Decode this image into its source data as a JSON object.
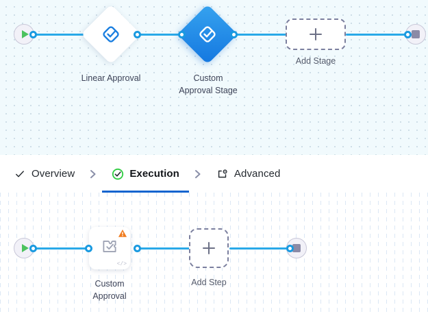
{
  "stage_canvas": {
    "name": "stage-flow-canvas",
    "background_color": "#f1fafd",
    "start_node": {
      "icon": "play-icon",
      "label": ""
    },
    "end_node": {
      "icon": "stop-icon",
      "label": ""
    },
    "nodes": [
      {
        "id": "linear-approval",
        "label": "Linear Approval",
        "icon": "approval-diamond-icon",
        "selected": false,
        "color": "#ffffff"
      },
      {
        "id": "custom-approval-stage",
        "label": "Custom\nApproval Stage",
        "icon": "approval-diamond-icon",
        "selected": true,
        "color": "#1477e0"
      }
    ],
    "add_node": {
      "label": "Add Stage",
      "icon": "plus-icon"
    },
    "edge_color": "#29a9e8"
  },
  "tabs": {
    "items": [
      {
        "id": "overview",
        "label": "Overview",
        "icon": "check-icon",
        "active": false
      },
      {
        "id": "execution",
        "label": "Execution",
        "icon": "check-circle-icon",
        "active": true
      },
      {
        "id": "advanced",
        "label": "Advanced",
        "icon": "card-gear-icon",
        "active": false
      }
    ],
    "separator_icon": "chevron-right-icon",
    "active_underline_color": "#1264cf",
    "check_circle_color": "#2ecc40"
  },
  "step_canvas": {
    "name": "step-flow-canvas",
    "background_color": "#ffffff",
    "start_node": {
      "icon": "play-icon"
    },
    "end_node": {
      "icon": "stop-icon"
    },
    "nodes": [
      {
        "id": "custom-approval",
        "label": "Custom\nApproval",
        "icon": "approval-task-icon",
        "badge_icon": "warning-triangle-icon",
        "badge_color": "#f07c1f",
        "code_badge": "</>"
      }
    ],
    "add_node": {
      "label": "Add Step",
      "icon": "plus-icon"
    },
    "edge_color": "#29a9e8"
  }
}
